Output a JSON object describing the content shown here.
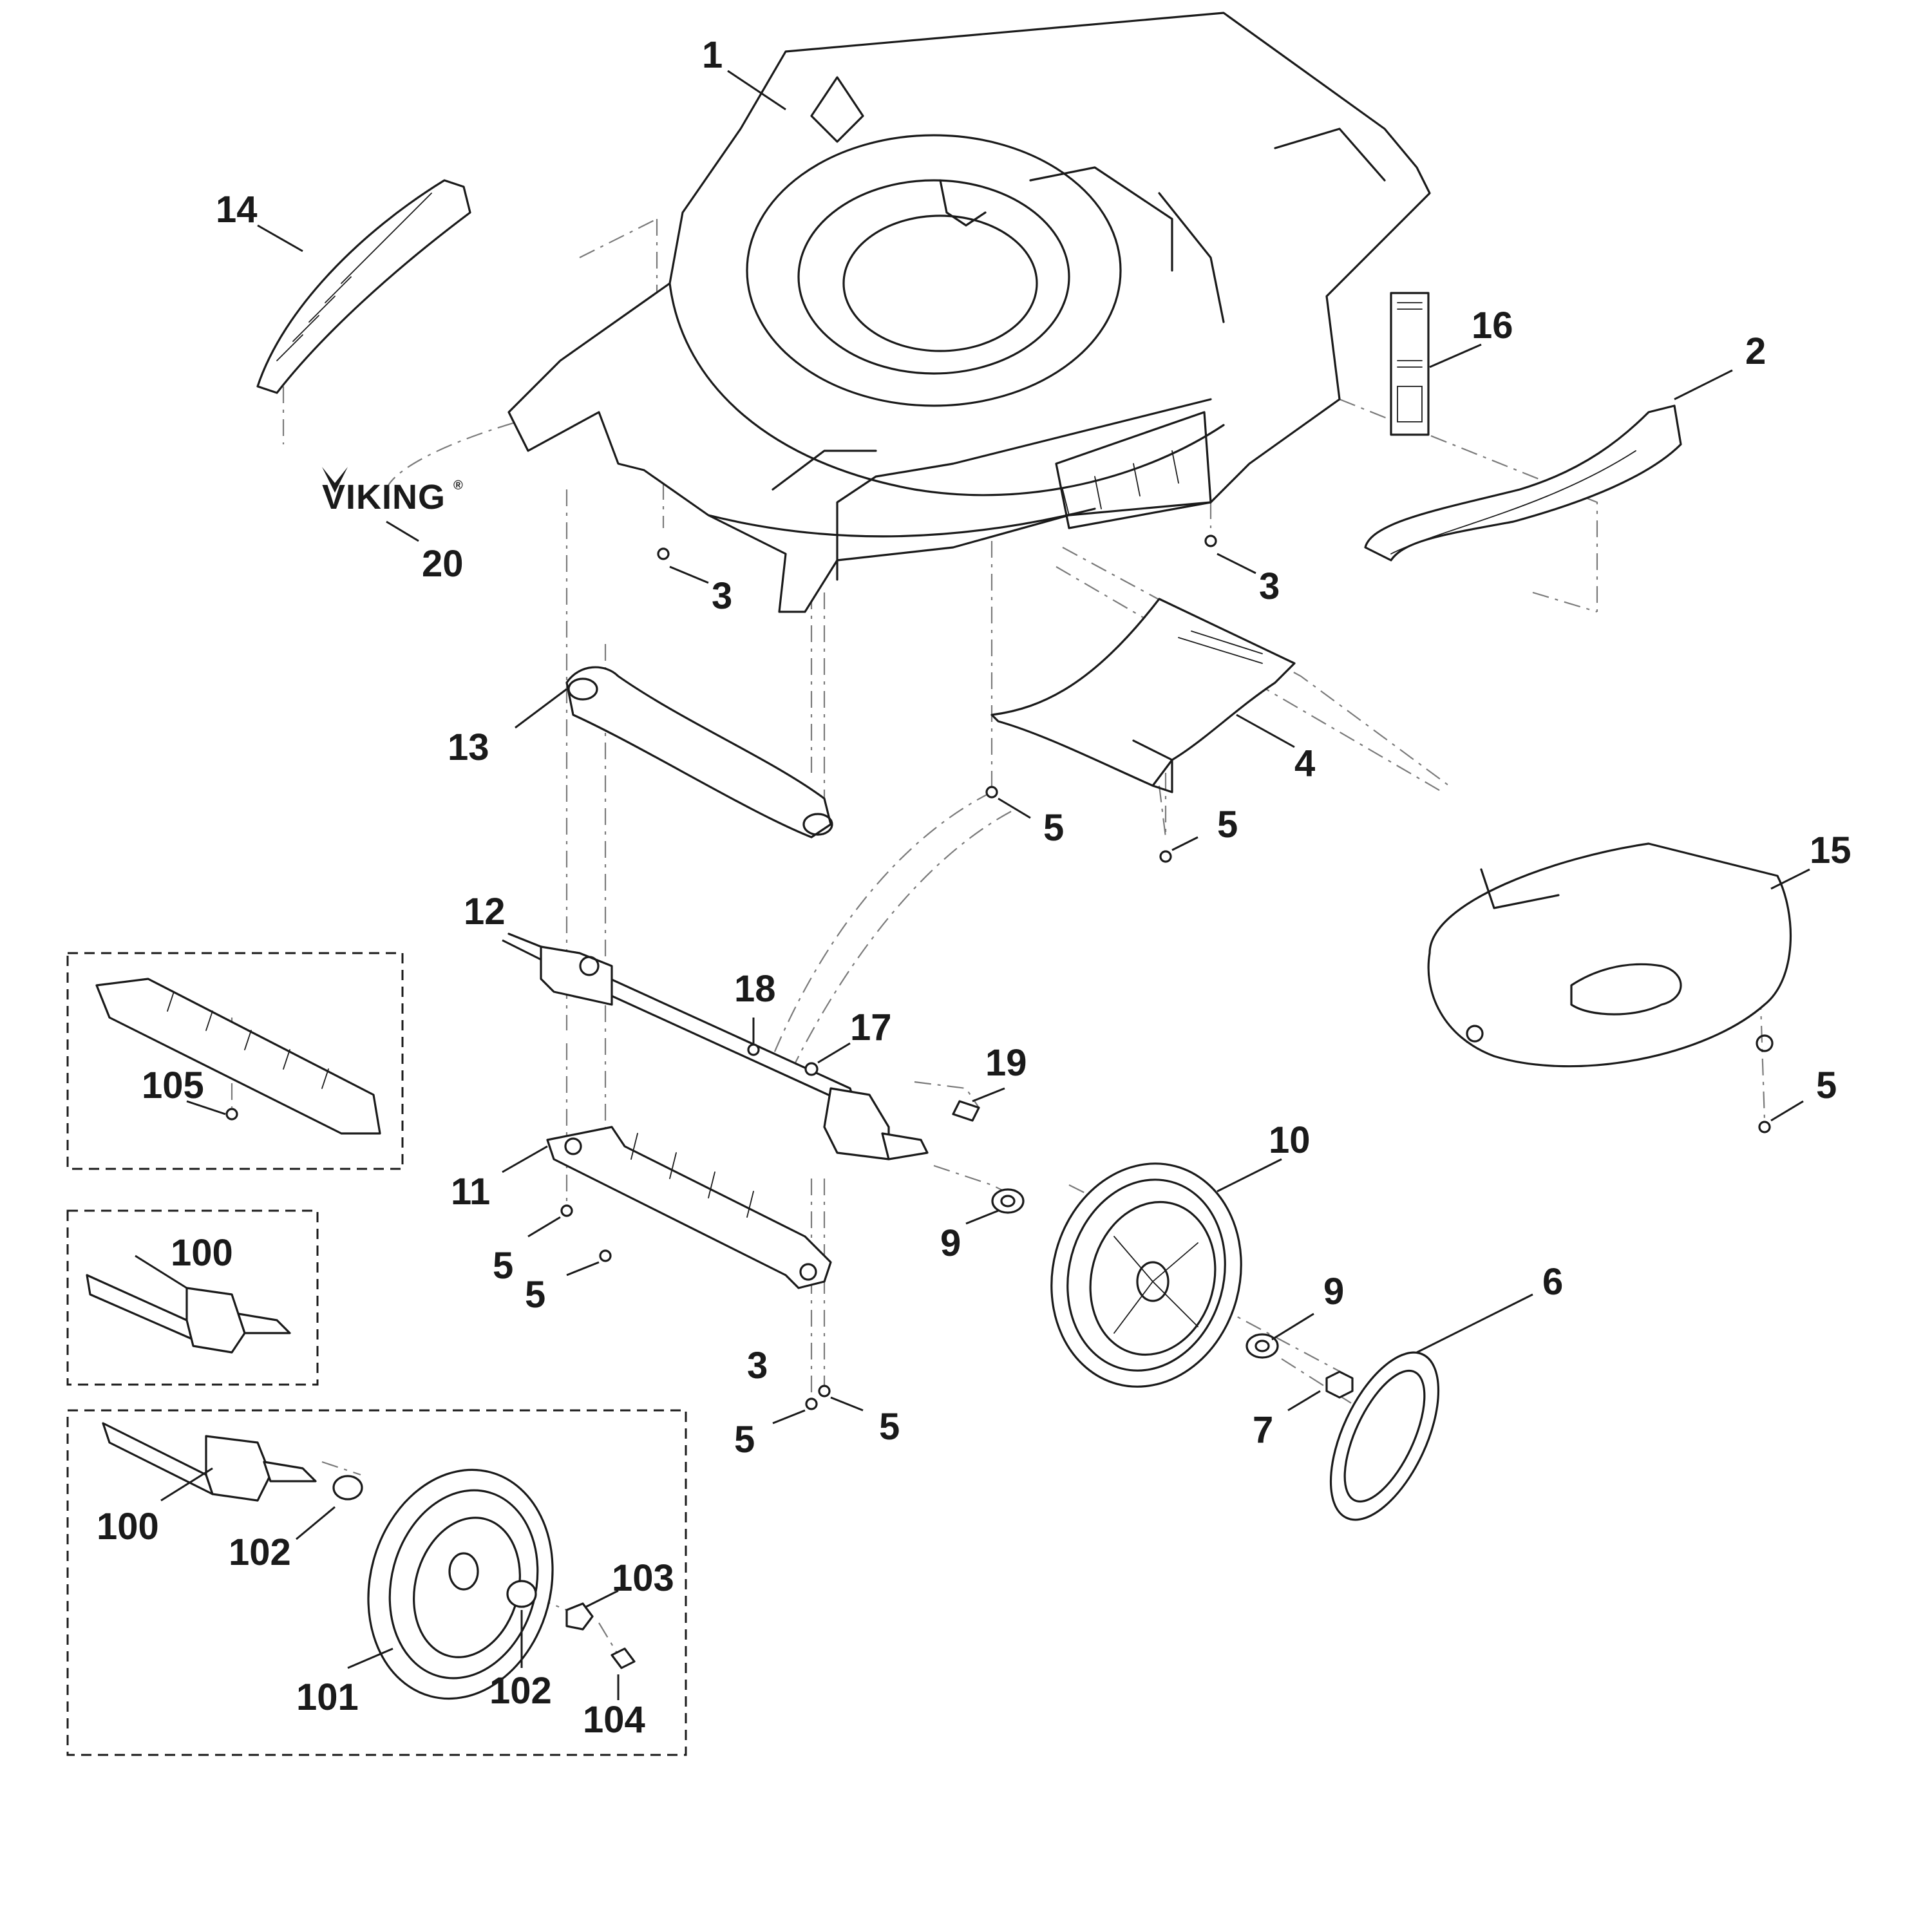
{
  "callouts": {
    "c1": "1",
    "c2": "2",
    "c3a": "3",
    "c3b": "3",
    "c3c": "3",
    "c4": "4",
    "c5a": "5",
    "c5b": "5",
    "c5c": "5",
    "c5d": "5",
    "c5e": "5",
    "c5f": "5",
    "c5g": "5",
    "c6": "6",
    "c7": "7",
    "c9a": "9",
    "c9b": "9",
    "c10": "10",
    "c11": "11",
    "c12": "12",
    "c13": "13",
    "c14": "14",
    "c15": "15",
    "c16": "16",
    "c17": "17",
    "c18": "18",
    "c19": "19",
    "c20": "20",
    "c100a": "100",
    "c100b": "100",
    "c101": "101",
    "c102a": "102",
    "c102b": "102",
    "c103": "103",
    "c104": "104",
    "c105": "105"
  },
  "logo": {
    "text": "VIKING",
    "mark": "®"
  },
  "icons": {
    "logo_mark": "viking-horns-icon"
  }
}
